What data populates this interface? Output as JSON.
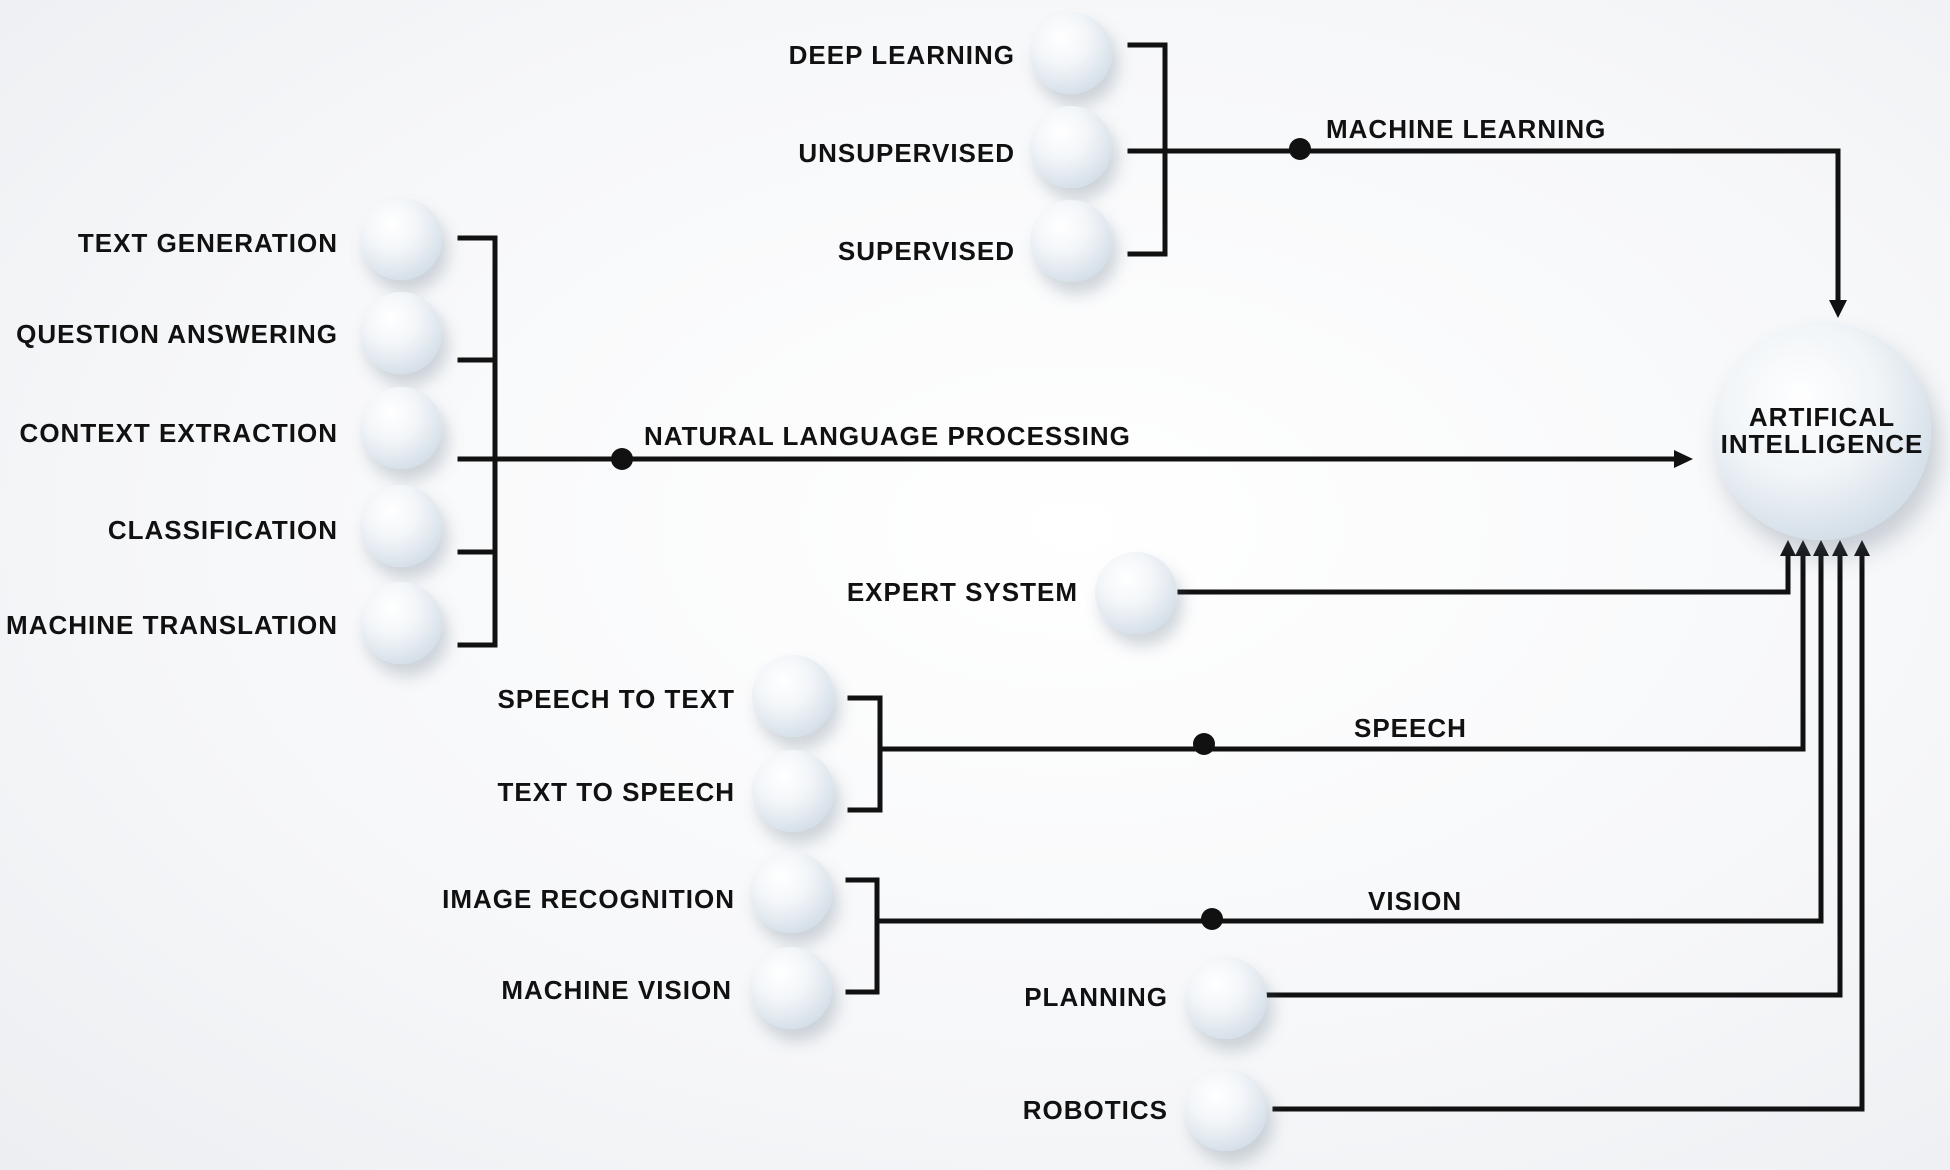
{
  "center": {
    "line1": "ARTIFICAL",
    "line2": "INTELLIGENCE"
  },
  "branches": {
    "machine_learning": {
      "label": "MACHINE LEARNING",
      "items": [
        "DEEP LEARNING",
        "UNSUPERVISED",
        "SUPERVISED"
      ]
    },
    "nlp": {
      "label": "NATURAL LANGUAGE PROCESSING",
      "items": [
        "TEXT GENERATION",
        "QUESTION ANSWERING",
        "CONTEXT EXTRACTION",
        "CLASSIFICATION",
        "MACHINE TRANSLATION"
      ]
    },
    "expert_system": {
      "label": "EXPERT SYSTEM"
    },
    "speech": {
      "label": "SPEECH",
      "items": [
        "SPEECH TO TEXT",
        "TEXT TO SPEECH"
      ]
    },
    "vision": {
      "label": "VISION",
      "items": [
        "IMAGE RECOGNITION",
        "MACHINE VISION"
      ]
    },
    "planning": {
      "label": "PLANNING"
    },
    "robotics": {
      "label": "ROBOTICS"
    }
  }
}
